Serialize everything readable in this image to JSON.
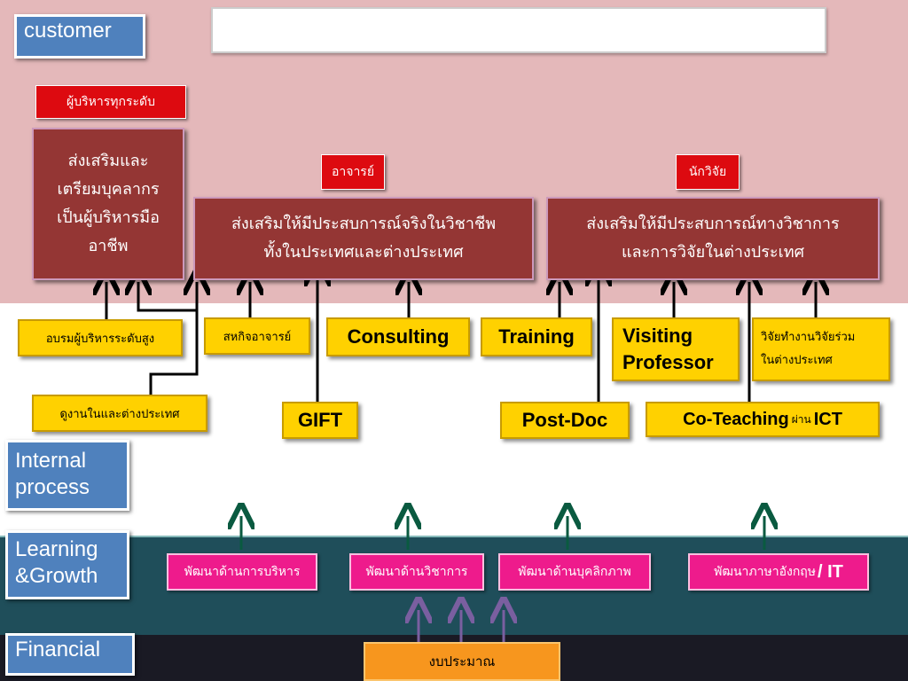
{
  "perspectives": {
    "customer": "customer",
    "internal_process": "Internal\nprocess",
    "learning_growth": "Learning\n&Growth",
    "financial": "Financial"
  },
  "title_bar": "",
  "customer_labels": {
    "executives": "ผู้บริหารทุกระดับ",
    "lecturers": "อาจารย์",
    "researchers": "นักวิจัย"
  },
  "customer_goals": {
    "executive_goal": "ส่งเสริมและ\nเตรียมบุคลากร\nเป็นผู้บริหารมือ\nอาชีพ",
    "lecturer_goal": "ส่งเสริมให้มีประสบการณ์จริงในวิชาชีพ\nทั้งในประเทศและต่างประเทศ",
    "researcher_goal": "ส่งเสริมให้มีประสบการณ์ทางวิชาการ\nและการวิจัยในต่างประเทศ"
  },
  "internal_processes": {
    "exec_training": "อบรมผู้บริหารระดับสูง",
    "study_visit": "ดูงานในและต่างประเทศ",
    "colleague": "สหกิจอาจารย์",
    "consulting": "Consulting",
    "gift": "GIFT",
    "training": "Training",
    "post_doc": "Post-Doc",
    "visiting_professor": "Visiting\nProfessor",
    "joint_research": "วิจัยทำงานวิจัยร่วม\nในต่างประเทศ",
    "co_teaching": "Co-Teaching",
    "co_teaching_via": "ผ่าน",
    "co_teaching_ict": "ICT"
  },
  "learning_growth": {
    "management": "พัฒนาด้านการบริหาร",
    "academic": "พัฒนาด้านวิชาการ",
    "personality": "พัฒนาด้านบุคลิกภาพ",
    "english_prefix": "พัฒนาภาษาอังกฤษ",
    "english_suffix": "/ IT"
  },
  "financial": {
    "budget": "งบประมาณ"
  },
  "colors": {
    "customer_band": "#e4b8ba",
    "learning_band": "#1f4e5a",
    "financial_band": "#1a1a24",
    "arrow_black": "#000000",
    "arrow_green": "#0a5a40",
    "arrow_purple": "#7a5fa0"
  }
}
